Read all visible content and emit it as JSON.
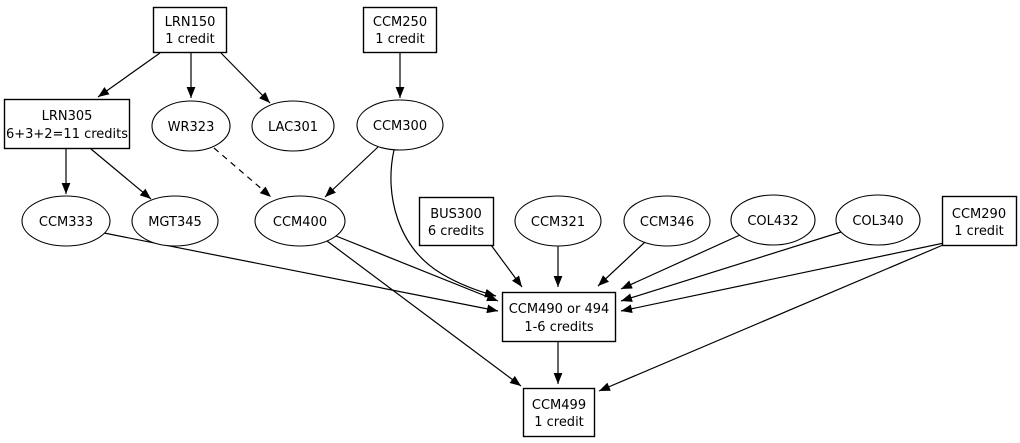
{
  "diagram": {
    "type": "directed-graph",
    "background_color": "#ffffff",
    "node_fill_color": "#ffffff",
    "stroke_color": "#000000",
    "nodes": {
      "lrn150": {
        "label": "LRN150",
        "sublabel": "1 credit",
        "shape": "box"
      },
      "ccm250": {
        "label": "CCM250",
        "sublabel": "1 credit",
        "shape": "box"
      },
      "lrn305": {
        "label": "LRN305",
        "sublabel": "6+3+2=11 credits",
        "shape": "box"
      },
      "wr323": {
        "label": "WR323",
        "shape": "ellipse"
      },
      "lac301": {
        "label": "LAC301",
        "shape": "ellipse"
      },
      "ccm300": {
        "label": "CCM300",
        "shape": "ellipse"
      },
      "ccm333": {
        "label": "CCM333",
        "shape": "ellipse"
      },
      "mgt345": {
        "label": "MGT345",
        "shape": "ellipse"
      },
      "ccm400": {
        "label": "CCM400",
        "shape": "ellipse"
      },
      "bus300": {
        "label": "BUS300",
        "sublabel": "6 credits",
        "shape": "box"
      },
      "ccm321": {
        "label": "CCM321",
        "shape": "ellipse"
      },
      "ccm346": {
        "label": "CCM346",
        "shape": "ellipse"
      },
      "col432": {
        "label": "COL432",
        "shape": "ellipse"
      },
      "col340": {
        "label": "COL340",
        "shape": "ellipse"
      },
      "ccm290": {
        "label": "CCM290",
        "sublabel": "1 credit",
        "shape": "box"
      },
      "ccm490": {
        "label": "CCM490 or 494",
        "sublabel": "1-6 credits",
        "shape": "box"
      },
      "ccm499": {
        "label": "CCM499",
        "sublabel": "1 credit",
        "shape": "box"
      }
    },
    "edges": [
      {
        "from": "LRN150",
        "to": "LRN305",
        "style": "solid"
      },
      {
        "from": "LRN150",
        "to": "WR323",
        "style": "solid"
      },
      {
        "from": "LRN150",
        "to": "LAC301",
        "style": "solid"
      },
      {
        "from": "CCM250",
        "to": "CCM300",
        "style": "solid"
      },
      {
        "from": "LRN305",
        "to": "CCM333",
        "style": "solid"
      },
      {
        "from": "LRN305",
        "to": "MGT345",
        "style": "solid"
      },
      {
        "from": "WR323",
        "to": "CCM400",
        "style": "dashed"
      },
      {
        "from": "CCM300",
        "to": "CCM400",
        "style": "solid"
      },
      {
        "from": "CCM300",
        "to": "CCM490 or 494",
        "style": "solid",
        "shape": "curved"
      },
      {
        "from": "CCM333",
        "to": "CCM490 or 494",
        "style": "solid"
      },
      {
        "from": "CCM400",
        "to": "CCM490 or 494",
        "style": "solid"
      },
      {
        "from": "CCM400",
        "to": "CCM499",
        "style": "solid"
      },
      {
        "from": "BUS300",
        "to": "CCM490 or 494",
        "style": "solid"
      },
      {
        "from": "CCM321",
        "to": "CCM490 or 494",
        "style": "solid"
      },
      {
        "from": "CCM346",
        "to": "CCM490 or 494",
        "style": "solid"
      },
      {
        "from": "COL432",
        "to": "CCM490 or 494",
        "style": "solid"
      },
      {
        "from": "COL340",
        "to": "CCM490 or 494",
        "style": "solid"
      },
      {
        "from": "CCM290",
        "to": "CCM490 or 494",
        "style": "solid"
      },
      {
        "from": "CCM290",
        "to": "CCM499",
        "style": "solid"
      },
      {
        "from": "CCM490 or 494",
        "to": "CCM499",
        "style": "solid"
      }
    ]
  }
}
